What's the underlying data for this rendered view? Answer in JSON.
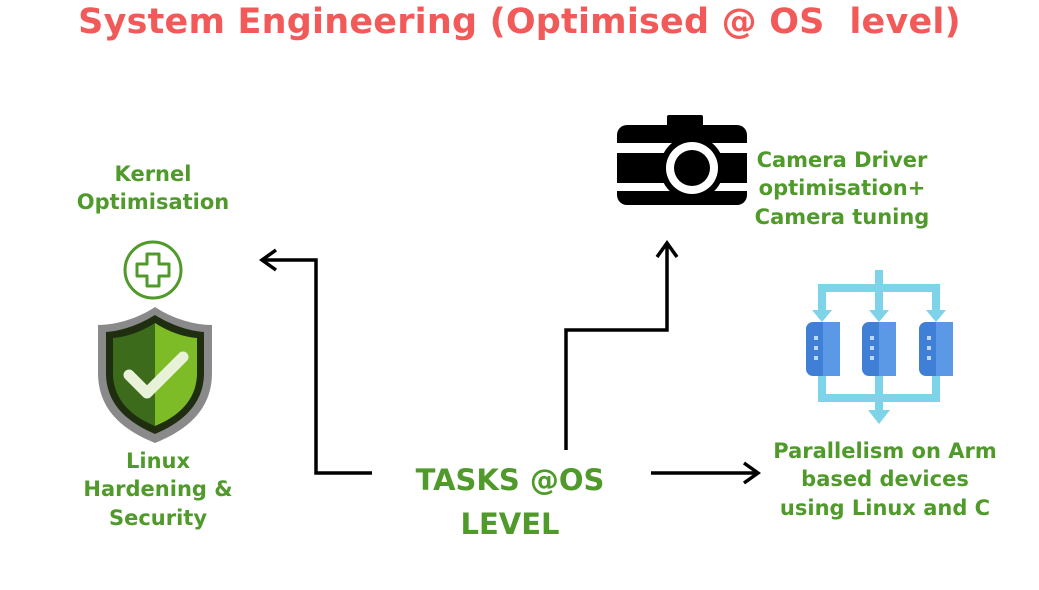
{
  "title": "System Engineering (Optimised @ OS  level)",
  "center": {
    "line1": "TASKS @OS",
    "line2": "LEVEL"
  },
  "nodes": {
    "kernel": {
      "line1": "Kernel",
      "line2": "Optimisation"
    },
    "linux": {
      "line1": "Linux",
      "line2": "Hardening &",
      "line3": "Security"
    },
    "camera": {
      "line1": "Camera Driver",
      "line2": "optimisation+",
      "line3": "Camera tuning"
    },
    "parallel": {
      "line1": "Parallelism on Arm",
      "line2": "based devices",
      "line3": "using Linux and C"
    }
  },
  "icons": {
    "kernel": "plus-circle-icon",
    "linux": "shield-check-icon",
    "camera": "camera-icon",
    "parallel": "parallel-processing-icon"
  },
  "colors": {
    "title": "#f25a5a",
    "label": "#4f9a2a",
    "arrow": "#000000",
    "shield_dark": "#3c6b1c",
    "shield_light": "#7ebc27",
    "flow_light": "#7dd3e8",
    "flow_block": "#3f7fd6"
  }
}
